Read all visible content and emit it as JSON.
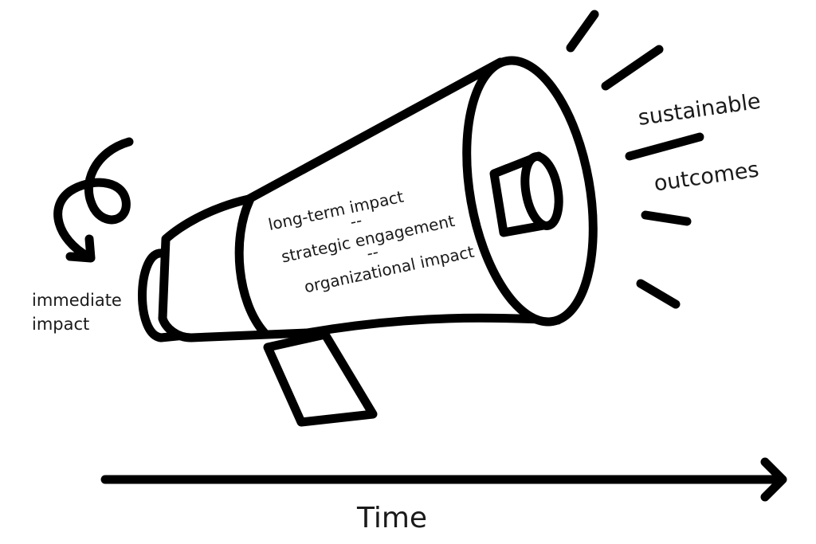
{
  "labels": {
    "immediate_line1": "immediate",
    "immediate_line2": "impact",
    "inner_line1": "long-term impact",
    "inner_sep1": "--",
    "inner_line2": "strategic engagement",
    "inner_sep2": "--",
    "inner_line3": "organizational impact",
    "outcome_line1": "sustainable",
    "outcome_line2": "outcomes",
    "axis_label": "Time"
  },
  "colors": {
    "ink": "#000000",
    "background": "#ffffff"
  },
  "icons": {
    "megaphone": "megaphone-icon",
    "curl_arrow": "curl-arrow-icon",
    "time_arrow": "right-arrow-icon"
  }
}
